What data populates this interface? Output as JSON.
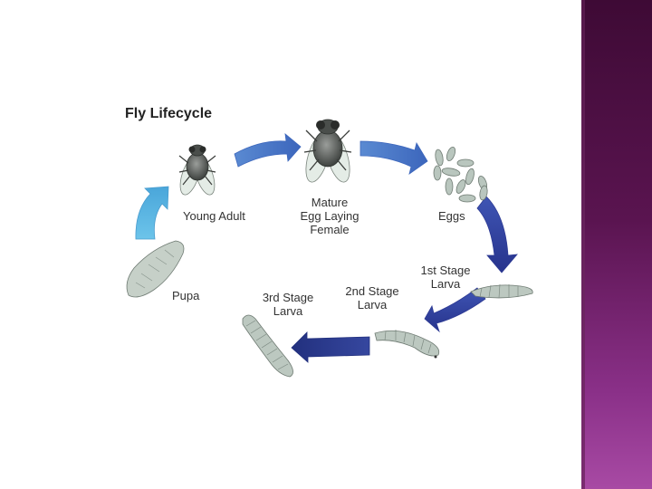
{
  "diagram": {
    "title": "Fly Lifecycle",
    "stages": {
      "young_adult": "Young Adult",
      "mature_line1": "Mature",
      "mature_line2": "Egg Laying",
      "mature_line3": "Female",
      "eggs": "Eggs",
      "larva1_line1": "1st Stage",
      "larva1_line2": "Larva",
      "larva2_line1": "2nd Stage",
      "larva2_line2": "Larva",
      "larva3_line1": "3rd Stage",
      "larva3_line2": "Larva",
      "pupa": "Pupa"
    }
  },
  "colors": {
    "side_panel": "#5a1450",
    "arrow_light_blue": "#5ab4e0",
    "arrow_mid_blue": "#4a78c8",
    "arrow_dark_blue": "#2f3f9c",
    "specimen_gray": "#b8c4bc"
  }
}
